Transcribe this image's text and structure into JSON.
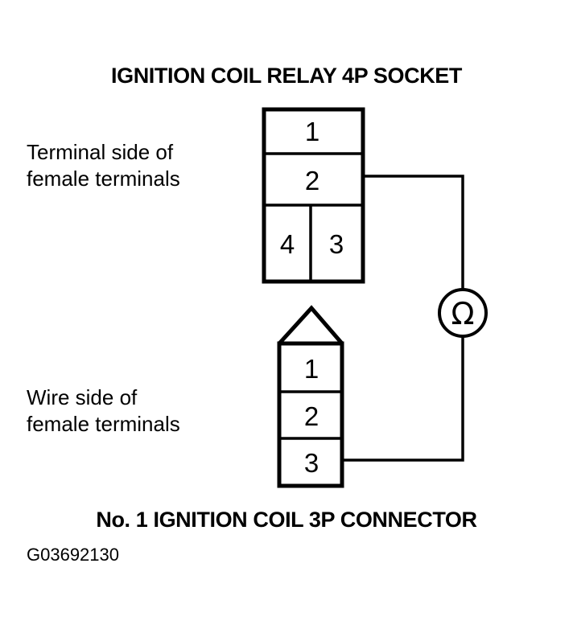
{
  "figure": {
    "title": "IGNITION COIL RELAY 4P SOCKET",
    "bottom_title": "No. 1 IGNITION COIL 3P CONNECTOR",
    "code": "G03692130",
    "background_color": "#ffffff",
    "line_color": "#000000"
  },
  "labels": {
    "terminal_side_line1": "Terminal side of",
    "terminal_side_line2": "female terminals",
    "wire_side_line1": "Wire side of",
    "wire_side_line2": "female terminals"
  },
  "relay_socket_4p": {
    "name": "IGNITION COIL RELAY 4P SOCKET",
    "view": "Terminal side of female terminals",
    "pin_count": 4,
    "pins": [
      {
        "number": "1",
        "row": 1,
        "position": "full-width"
      },
      {
        "number": "2",
        "row": 2,
        "position": "full-width"
      },
      {
        "number": "4",
        "row": 3,
        "position": "left"
      },
      {
        "number": "3",
        "row": 3,
        "position": "right"
      }
    ],
    "probed_pin": "2"
  },
  "coil_connector_3p": {
    "name": "No. 1 IGNITION COIL 3P CONNECTOR",
    "view": "Wire side of female terminals",
    "pin_count": 3,
    "shape": "pointed-top",
    "pins": [
      {
        "number": "1",
        "row": 1
      },
      {
        "number": "2",
        "row": 2
      },
      {
        "number": "3",
        "row": 3
      }
    ],
    "probed_pin": "3"
  },
  "meter": {
    "type": "ohmmeter",
    "symbol": "Ω",
    "symbol_name": "omega-ohms"
  },
  "circuit": {
    "description": "Ohmmeter connected between relay socket terminal 2 and ignition coil connector terminal 3",
    "connections": [
      {
        "from": "relay-4p-pin-2",
        "to": "ohmmeter-top"
      },
      {
        "from": "ohmmeter-bottom",
        "to": "coil-3p-pin-3"
      }
    ]
  }
}
